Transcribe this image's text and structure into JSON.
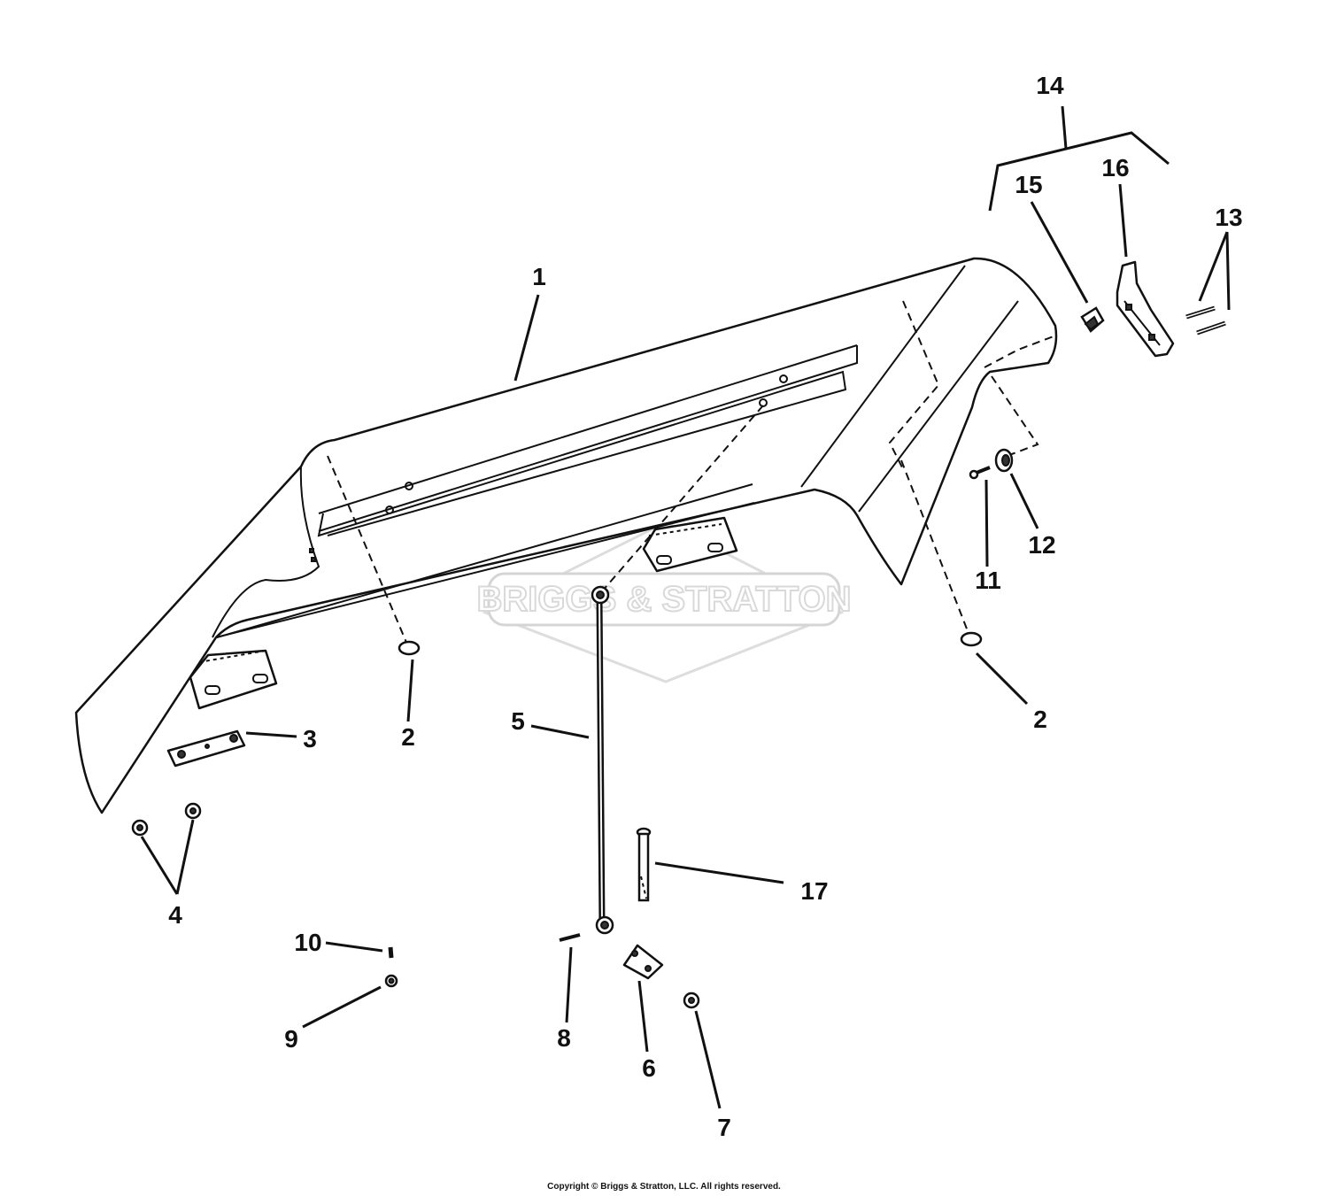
{
  "diagram": {
    "watermark": "BRIGGS & STRATTON",
    "copyright": "Copyright © Briggs & Stratton, LLC. All rights reserved.",
    "part_labels": {
      "p1": "1",
      "p2a": "2",
      "p2b": "2",
      "p3": "3",
      "p4": "4",
      "p5": "5",
      "p6": "6",
      "p7": "7",
      "p8": "8",
      "p9": "9",
      "p10": "10",
      "p11": "11",
      "p12": "12",
      "p13": "13",
      "p14": "14",
      "p15": "15",
      "p16": "16",
      "p17": "17"
    }
  }
}
